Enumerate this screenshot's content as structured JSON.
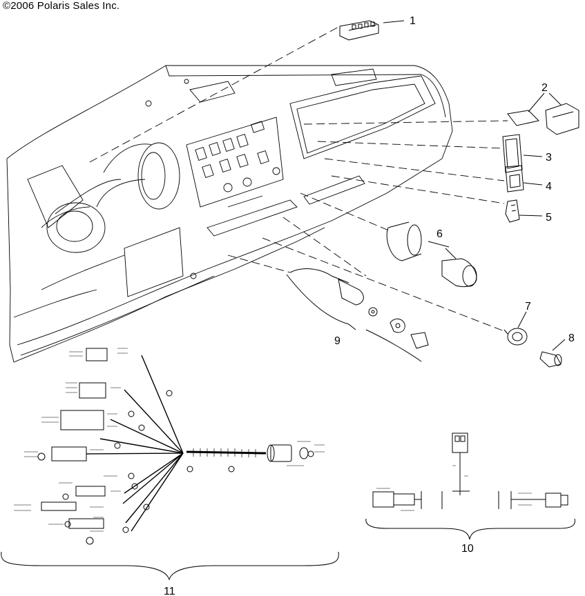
{
  "copyright": "©2006 Polaris Sales Inc.",
  "callouts": [
    {
      "id": "1",
      "label": "1"
    },
    {
      "id": "2",
      "label": "2"
    },
    {
      "id": "3",
      "label": "3"
    },
    {
      "id": "4",
      "label": "4"
    },
    {
      "id": "5",
      "label": "5"
    },
    {
      "id": "6",
      "label": "6"
    },
    {
      "id": "7",
      "label": "7"
    },
    {
      "id": "8",
      "label": "8"
    },
    {
      "id": "9",
      "label": "9"
    },
    {
      "id": "10",
      "label": "10"
    },
    {
      "id": "11",
      "label": "11"
    }
  ],
  "colors": {
    "line": "#000000",
    "background": "#ffffff"
  }
}
